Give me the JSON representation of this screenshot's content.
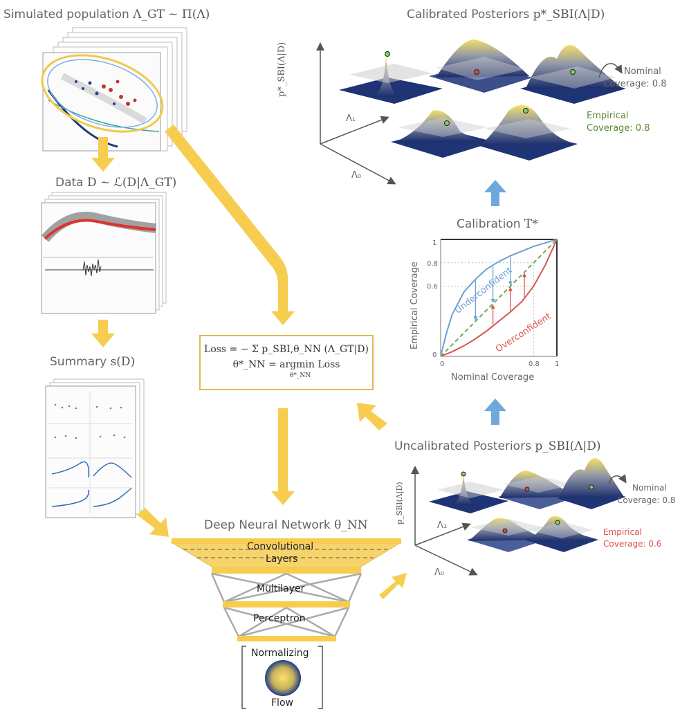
{
  "titles": {
    "simulated": "Simulated population",
    "simulated_math": "Λ_GT ~ Π(Λ)",
    "data": "Data",
    "data_math": "D ~ ℒ(D|Λ_GT)",
    "summary": "Summary",
    "summary_math": "s(D)",
    "dnn": "Deep Neural Network",
    "dnn_math": "θ_NN",
    "calibrated": "Calibrated Posteriors",
    "calibrated_math": "p*_SBI(Λ|D)",
    "calibration": "Calibration",
    "calibration_math": "T*",
    "uncalibrated": "Uncalibrated Posteriors",
    "uncalibrated_math": "p_SBI(Λ|D)"
  },
  "loss": {
    "line1": "Loss = − Σ p_SBI,θ_NN (Λ_GT|D)",
    "line2": "θ*_NN = argmin Loss",
    "line2_sub": "θ*_NN"
  },
  "network": {
    "conv_line1": "Convolutional",
    "conv_line2": "Layers",
    "mlp_line1": "Multilayer",
    "mlp_line2": "Perceptron",
    "flow_line1": "Normalizing",
    "flow_line2": "Flow"
  },
  "calibrated_panel": {
    "y_axis": "p*_SBI(Λ|D)",
    "axis_l1": "Λ₁",
    "axis_l0": "Λ₀",
    "nominal_line1": "Nominal",
    "nominal_line2": "Coverage: 0.8",
    "empirical_line1": "Empirical",
    "empirical_line2": "Coverage: 0.8"
  },
  "uncalibrated_panel": {
    "y_axis": "p_SBI(Λ|D)",
    "axis_l1": "Λ₁",
    "axis_l0": "Λ₀",
    "nominal_line1": "Nominal",
    "nominal_line2": "Coverage: 0.8",
    "empirical_line1": "Empirical",
    "empirical_line2": "Coverage: 0.6"
  },
  "chart_data": {
    "type": "line",
    "title": "Calibration T*",
    "xlabel": "Nominal Coverage",
    "ylabel": "Empirical Coverage",
    "xlim": [
      0,
      1
    ],
    "ylim": [
      0,
      1
    ],
    "x_ticks": [
      "0",
      "0.8",
      "1"
    ],
    "y_ticks": [
      "0",
      "0.6",
      "0.8",
      "1"
    ],
    "series": [
      {
        "name": "Underconfident",
        "color": "#6c9fd4",
        "x": [
          0,
          0.05,
          0.1,
          0.2,
          0.3,
          0.4,
          0.5,
          0.6,
          0.7,
          0.8,
          0.9,
          1.0
        ],
        "y": [
          0,
          0.2,
          0.36,
          0.55,
          0.66,
          0.75,
          0.81,
          0.86,
          0.9,
          0.94,
          0.97,
          1.0
        ]
      },
      {
        "name": "Overconfident",
        "color": "#d9534f",
        "x": [
          0,
          0.1,
          0.2,
          0.3,
          0.4,
          0.5,
          0.6,
          0.7,
          0.8,
          0.9,
          1.0
        ],
        "y": [
          0,
          0.04,
          0.09,
          0.15,
          0.22,
          0.3,
          0.38,
          0.47,
          0.6,
          0.78,
          1.0
        ]
      },
      {
        "name": "",
        "color": "#6aa84f",
        "dashed": true,
        "x": [
          0,
          1
        ],
        "y": [
          0,
          1
        ]
      }
    ]
  },
  "colors": {
    "flow_arrow": "#f6cd4f",
    "blue_arrow": "#6fa8dc",
    "green_text": "#5a8a2e",
    "red_text": "#d9534f",
    "box_border": "#e1b955"
  }
}
